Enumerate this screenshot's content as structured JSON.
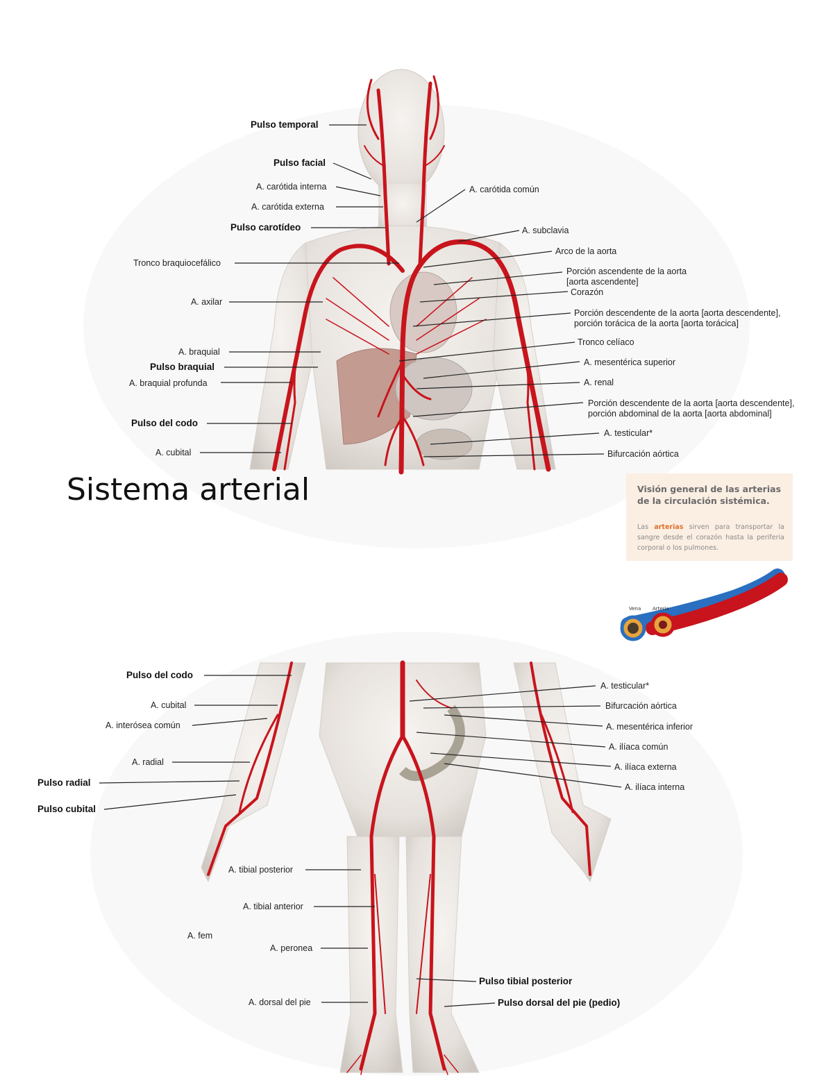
{
  "title": "Sistema arterial",
  "infobox": {
    "heading": "Visión general de las arterias de la circulación sistémica.",
    "body_before": "Las",
    "body_highlight": "arterias",
    "body_after": "sirven para transportar la sangre desde el corazón hasta la periferia corporal o los pulmones.",
    "highlight_color": "#e0702a"
  },
  "vessel_diagram": {
    "vein_label": "Vena",
    "artery_label": "Arteria"
  },
  "upper_labels": {
    "pulso_temporal": "Pulso temporal",
    "pulso_facial": "Pulso facial",
    "carotida_interna": "A. carótida interna",
    "carotida_externa": "A. carótida externa",
    "pulso_carotideo": "Pulso carotídeo",
    "tronco_braquiocefalico": "Tronco braquiocefálico",
    "axilar": "A. axilar",
    "braquial": "A. braquial",
    "pulso_braquial": "Pulso braquial",
    "braquial_profunda": "A. braquial profunda",
    "pulso_codo": "Pulso del codo",
    "cubital": "A. cubital",
    "carotida_comun": "A. carótida común",
    "subclavia": "A. subclavia",
    "arco_aorta": "Arco de la aorta",
    "porcion_ascendente_1": "Porción ascendente de la aorta",
    "porcion_ascendente_2": "[aorta ascendente]",
    "corazon": "Corazón",
    "desc_toracica_1": "Porción descendente de la aorta [aorta descendente],",
    "desc_toracica_2": "porción torácica de la aorta [aorta torácica]",
    "tronco_celiaco": "Tronco celíaco",
    "mesenterica_superior": "A. mesentérica superior",
    "renal": "A. renal",
    "desc_abdominal_1": "Porción descendente de la aorta [aorta descendente],",
    "desc_abdominal_2": "porción abdominal de la aorta [aorta abdominal]",
    "testicular": "A. testicular*",
    "bifurcacion": "Bifurcación aórtica"
  },
  "lower_labels": {
    "pulso_codo": "Pulso del codo",
    "cubital": "A. cubital",
    "interosea_comun": "A. interósea común",
    "radial": "A. radial",
    "pulso_radial": "Pulso radial",
    "pulso_cubital": "Pulso cubital",
    "testicular": "A. testicular*",
    "bifurcacion": "Bifurcación aórtica",
    "mesenterica_inferior": "A. mesentérica inferior",
    "iliaca_comun": "A. ilíaca común",
    "iliaca_externa": "A. ilíaca externa",
    "iliaca_interna": "A. ilíaca interna",
    "tibial_posterior": "A. tibial posterior",
    "tibial_anterior": "A. tibial anterior",
    "femoral_partial": "A. fem",
    "peronea": "A. peronea",
    "dorsal_pie": "A. dorsal del pie",
    "pulso_tibial_posterior": "Pulso tibial posterior",
    "pulso_dorsal_pie": "Pulso dorsal del pie (pedio)"
  },
  "colors": {
    "artery": "#c8141c",
    "skin": "#e9e4df",
    "vein": "#2a6fc0"
  }
}
